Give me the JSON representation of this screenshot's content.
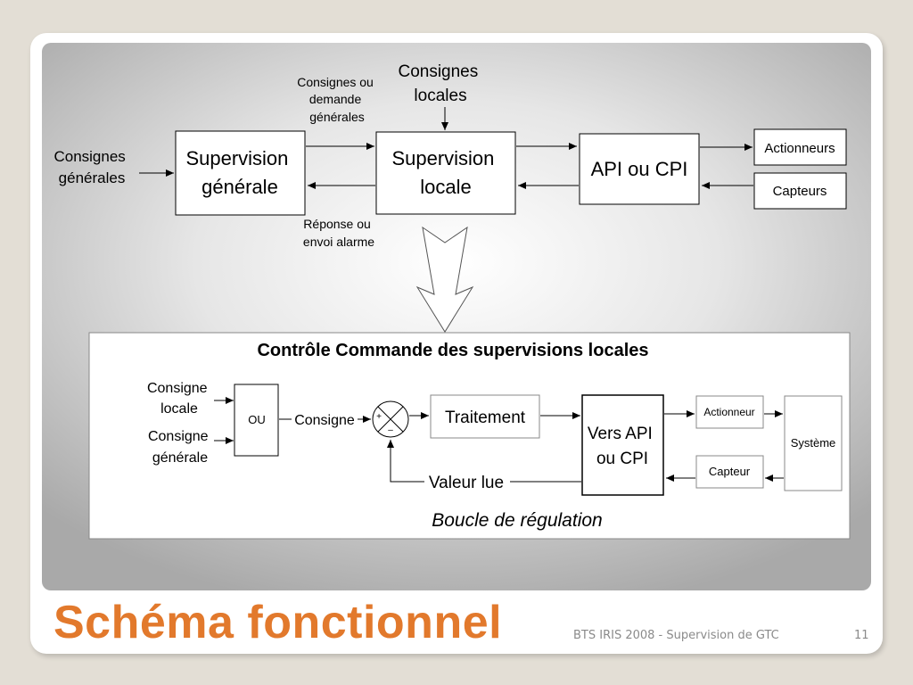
{
  "slide": {
    "title": "Schéma fonctionnel",
    "footer": "BTS IRIS 2008 - Supervision de GTC",
    "page_number": "11",
    "accent_color": "#e2792c"
  },
  "top_diagram": {
    "input_global": [
      "Consignes",
      "générales"
    ],
    "box_supervision_generale": [
      "Supervision",
      "générale"
    ],
    "arrow_label_top": [
      "Consignes ou",
      "demande",
      "générales"
    ],
    "arrow_label_bottom": [
      "Réponse ou",
      "envoi alarme"
    ],
    "input_local": [
      "Consignes",
      "locales"
    ],
    "box_supervision_locale": [
      "Supervision",
      "locale"
    ],
    "box_api": "API ou CPI",
    "box_actionneurs": "Actionneurs",
    "box_capteurs": "Capteurs"
  },
  "bottom_diagram": {
    "title": "Contrôle Commande des supervisions locales",
    "input_local": [
      "Consigne",
      "locale"
    ],
    "input_global": [
      "Consigne",
      "générale"
    ],
    "box_ou": "OU",
    "signal_consigne": "Consigne",
    "comparator_plus": "+",
    "comparator_minus": "–",
    "box_traitement": "Traitement",
    "box_vers_api": [
      "Vers API",
      "ou CPI"
    ],
    "box_actionneur": "Actionneur",
    "box_capteur": "Capteur",
    "box_systeme": "Système",
    "signal_valeur_lue": "Valeur lue",
    "caption": "Boucle de régulation"
  }
}
